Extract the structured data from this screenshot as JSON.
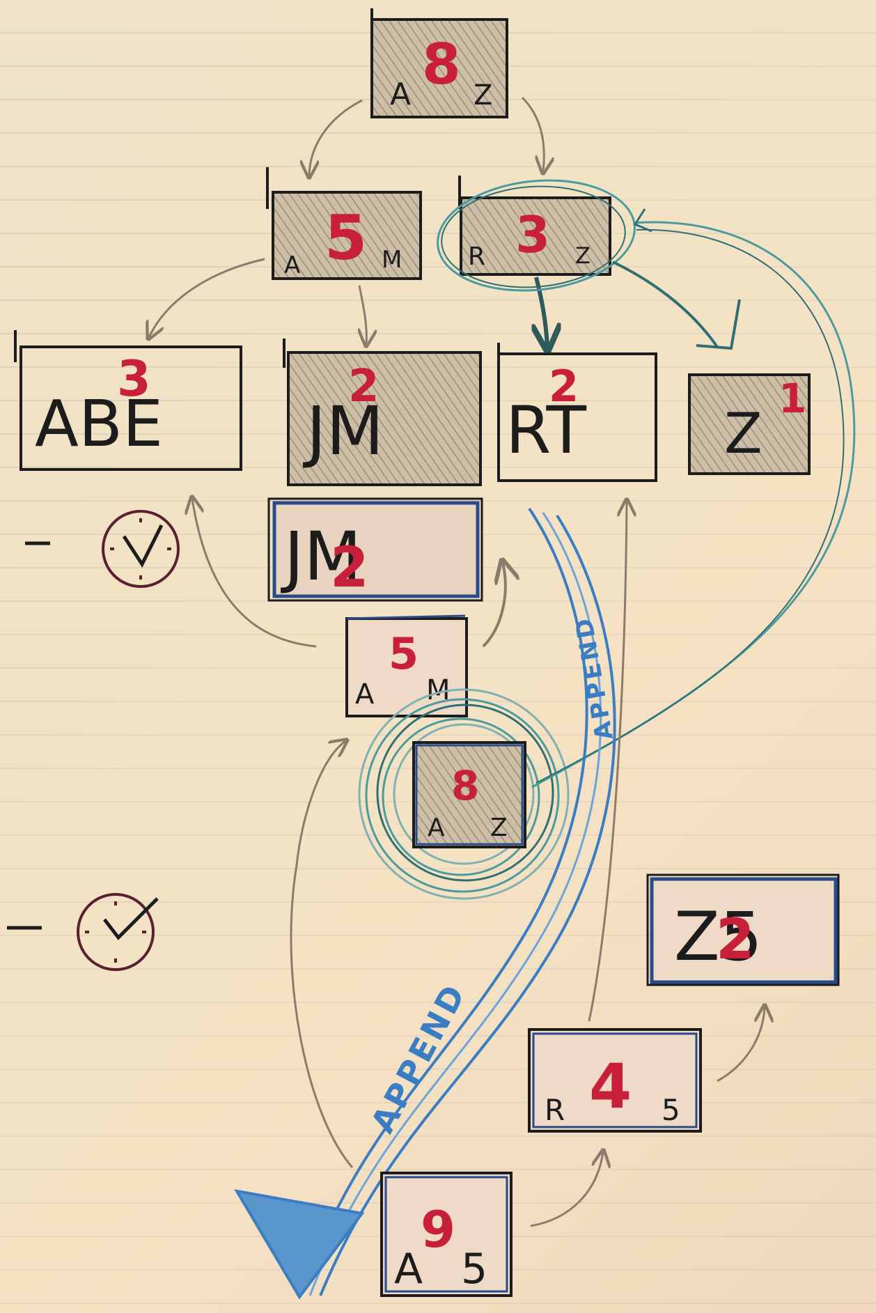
{
  "diagram": {
    "nodes": {
      "root": {
        "left": "A",
        "count": "8",
        "right": "Z"
      },
      "inner_left": {
        "left": "A",
        "count": "5",
        "right": "M"
      },
      "inner_right": {
        "left": "R",
        "count": "3",
        "right": "Z"
      },
      "leaf_abe": {
        "text": "ABE",
        "count": "3"
      },
      "leaf_jm": {
        "text": "JM",
        "count": "2"
      },
      "leaf_rt": {
        "text": "RT",
        "count": "2"
      },
      "leaf_z": {
        "text": "Z",
        "count": "1"
      },
      "copy_jm": {
        "text": "JM",
        "count": "2"
      },
      "copy_inner": {
        "left": "A",
        "count": "5",
        "right": "M"
      },
      "copy_root": {
        "left": "A",
        "count": "8",
        "right": "Z"
      },
      "new_leaf_z5": {
        "text": "Z5",
        "count": "2"
      },
      "new_inner": {
        "left": "R",
        "count": "4",
        "right": "5"
      },
      "new_root": {
        "left": "A",
        "count": "9",
        "right": "5"
      }
    },
    "annotations": {
      "append_main": "APPEND",
      "append_upper": "APPEND"
    },
    "colors": {
      "ink": "#1c1c1c",
      "red": "#c8203a",
      "blue": "#3a7dc2",
      "teal": "#4a9a9e",
      "gray_arrow": "#8c7a6a",
      "hatch": "#b8a996"
    },
    "icons": [
      "clock-icon",
      "clock-icon"
    ]
  }
}
